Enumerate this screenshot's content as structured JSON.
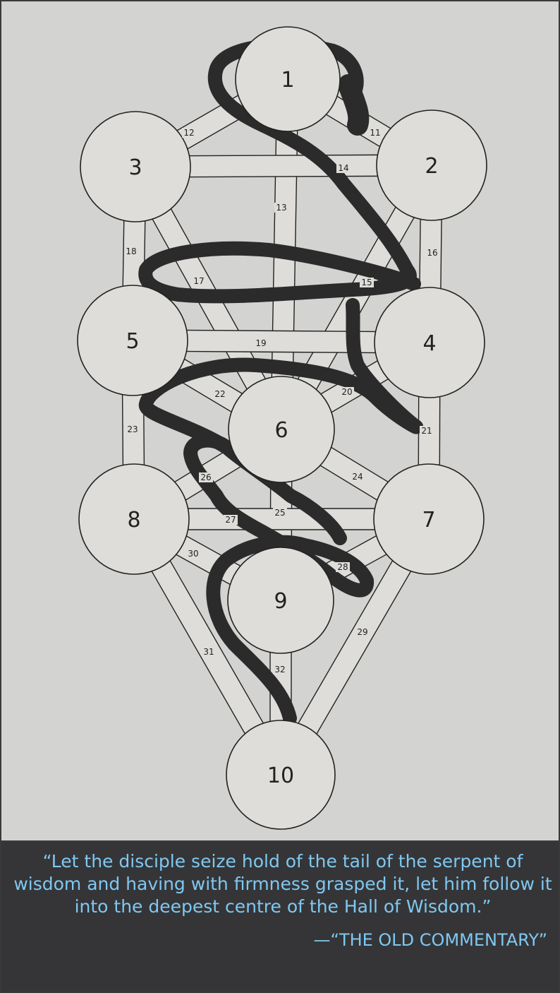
{
  "sephiroth": [
    {
      "id": 1,
      "label": "1"
    },
    {
      "id": 2,
      "label": "2"
    },
    {
      "id": 3,
      "label": "3"
    },
    {
      "id": 4,
      "label": "4"
    },
    {
      "id": 5,
      "label": "5"
    },
    {
      "id": 6,
      "label": "6"
    },
    {
      "id": 7,
      "label": "7"
    },
    {
      "id": 8,
      "label": "8"
    },
    {
      "id": 9,
      "label": "9"
    },
    {
      "id": 10,
      "label": "10"
    }
  ],
  "paths": [
    {
      "label": "11",
      "from": 1,
      "to": 2
    },
    {
      "label": "12",
      "from": 1,
      "to": 3
    },
    {
      "label": "13",
      "from": 1,
      "to": 6
    },
    {
      "label": "14",
      "from": 2,
      "to": 3
    },
    {
      "label": "15",
      "from": 2,
      "to": 6
    },
    {
      "label": "16",
      "from": 2,
      "to": 4
    },
    {
      "label": "17",
      "from": 3,
      "to": 6
    },
    {
      "label": "18",
      "from": 3,
      "to": 5
    },
    {
      "label": "19",
      "from": 4,
      "to": 5
    },
    {
      "label": "20",
      "from": 4,
      "to": 6
    },
    {
      "label": "21",
      "from": 4,
      "to": 7
    },
    {
      "label": "22",
      "from": 5,
      "to": 6
    },
    {
      "label": "23",
      "from": 5,
      "to": 8
    },
    {
      "label": "24",
      "from": 6,
      "to": 7
    },
    {
      "label": "25",
      "from": 6,
      "to": 9
    },
    {
      "label": "26",
      "from": 6,
      "to": 8
    },
    {
      "label": "27",
      "from": 7,
      "to": 8
    },
    {
      "label": "28",
      "from": 7,
      "to": 9
    },
    {
      "label": "29",
      "from": 7,
      "to": 10
    },
    {
      "label": "30",
      "from": 8,
      "to": 9
    },
    {
      "label": "31",
      "from": 8,
      "to": 10
    },
    {
      "label": "32",
      "from": 9,
      "to": 10
    }
  ],
  "caption": {
    "quote": "“Let the disciple seize hold of the tail of the serpent of wisdom and having with firmness grasped it, let him follow it into the deepest centre of the Hall of Wisdom.”",
    "attribution": "—“THE OLD COMMENTARY”"
  }
}
